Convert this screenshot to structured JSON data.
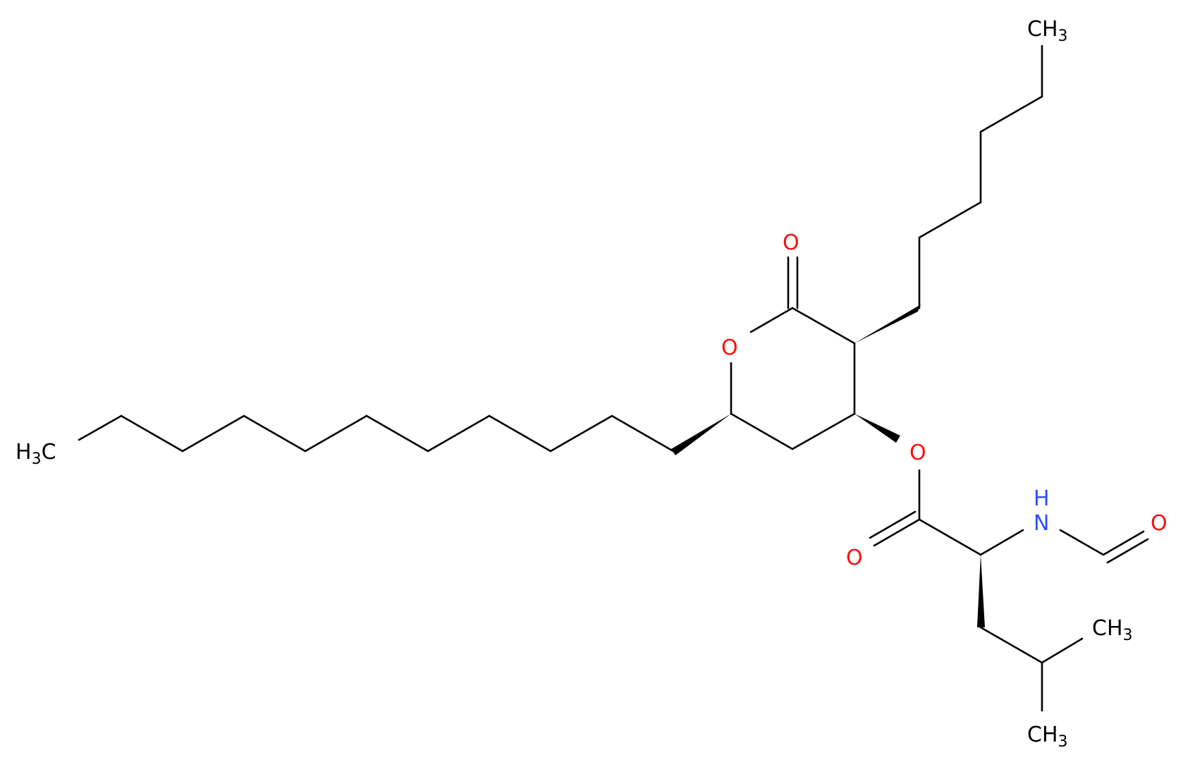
{
  "molecule": {
    "atom_labels": {
      "ch3_top": {
        "main": "CH",
        "sub": "3"
      },
      "ch3_left": {
        "pre": "H",
        "sub": "3",
        "main": "C"
      },
      "ch3_iso_upper": {
        "main": "CH",
        "sub": "3"
      },
      "ch3_iso_lower": {
        "main": "CH",
        "sub": "3"
      },
      "o_ring": "O",
      "o_carbonyl_lactone": "O",
      "o_ester": "O",
      "o_carbonyl_ester": "O",
      "nh_n": "N",
      "nh_h": "H",
      "o_formyl": "O"
    },
    "colors": {
      "carbon": "#000000",
      "oxygen": "#ff0d0d",
      "nitrogen": "#3050f8"
    }
  }
}
